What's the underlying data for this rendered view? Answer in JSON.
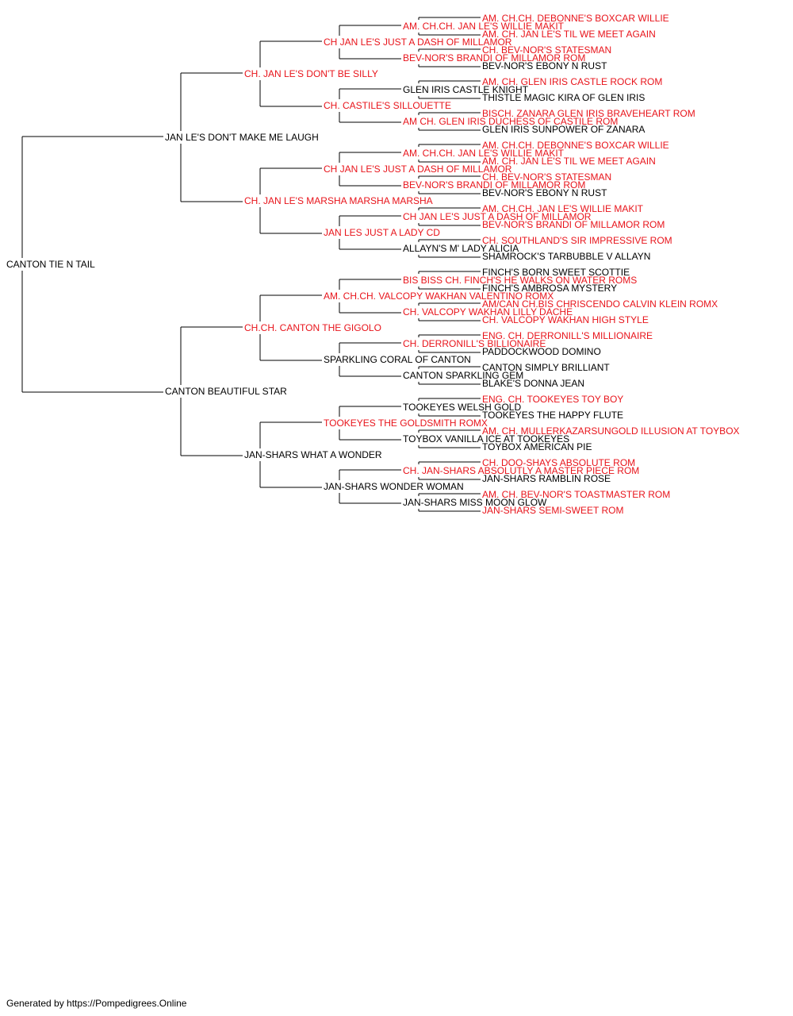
{
  "footer": "Generated by https://Pompedigrees.Online",
  "colors": {
    "champion": "#e8141b",
    "normal": "#000000",
    "line": "#000000"
  },
  "pedigree": {
    "name": "CANTON TIE N TAIL",
    "champion": false,
    "sire": {
      "name": "JAN LE'S DON'T MAKE ME LAUGH",
      "champion": false,
      "sire": {
        "name": "CH. JAN LE'S DON'T BE SILLY",
        "champion": true,
        "sire": {
          "name": "CH JAN LE'S JUST A DASH OF MILLAMOR",
          "champion": true,
          "sire": {
            "name": "AM. CH.CH. JAN LE'S WILLIE MAKIT",
            "champion": true,
            "sire": {
              "name": "AM. CH.CH. DEBONNE'S BOXCAR WILLIE",
              "champion": true
            },
            "dam": {
              "name": "AM. CH. JAN LE'S TIL WE MEET AGAIN",
              "champion": true
            }
          },
          "dam": {
            "name": "BEV-NOR'S BRANDI OF MILLAMOR ROM",
            "champion": true,
            "sire": {
              "name": "CH. BEV-NOR'S STATESMAN",
              "champion": true
            },
            "dam": {
              "name": "BEV-NOR'S EBONY N RUST",
              "champion": false
            }
          }
        },
        "dam": {
          "name": "CH. CASTILE'S SILLOUETTE",
          "champion": true,
          "sire": {
            "name": "GLEN IRIS CASTLE KNIGHT",
            "champion": false,
            "sire": {
              "name": "AM. CH. GLEN IRIS CASTLE ROCK ROM",
              "champion": true
            },
            "dam": {
              "name": "THISTLE MAGIC KIRA OF GLEN IRIS",
              "champion": false
            }
          },
          "dam": {
            "name": "AM CH. GLEN IRIS DUCHESS OF CASTILE ROM",
            "champion": true,
            "sire": {
              "name": "BISCH. ZANARA GLEN IRIS BRAVEHEART ROM",
              "champion": true
            },
            "dam": {
              "name": "GLEN IRIS SUNPOWER OF ZANARA",
              "champion": false
            }
          }
        }
      },
      "dam": {
        "name": "CH. JAN LE'S MARSHA MARSHA MARSHA",
        "champion": true,
        "sire": {
          "name": "CH JAN LE'S JUST A DASH OF MILLAMOR",
          "champion": true,
          "sire": {
            "name": "AM. CH.CH. JAN LE'S WILLIE MAKIT",
            "champion": true,
            "sire": {
              "name": "AM. CH.CH. DEBONNE'S BOXCAR WILLIE",
              "champion": true
            },
            "dam": {
              "name": "AM. CH. JAN LE'S TIL WE MEET AGAIN",
              "champion": true
            }
          },
          "dam": {
            "name": "BEV-NOR'S BRANDI OF MILLAMOR ROM",
            "champion": true,
            "sire": {
              "name": "CH. BEV-NOR'S STATESMAN",
              "champion": true
            },
            "dam": {
              "name": "BEV-NOR'S EBONY N RUST",
              "champion": false
            }
          }
        },
        "dam": {
          "name": "JAN LES JUST A LADY CD",
          "champion": true,
          "sire": {
            "name": "CH JAN LE'S JUST A DASH OF MILLAMOR",
            "champion": true,
            "sire": {
              "name": "AM. CH.CH. JAN LE'S WILLIE MAKIT",
              "champion": true
            },
            "dam": {
              "name": "BEV-NOR'S BRANDI OF MILLAMOR ROM",
              "champion": true
            }
          },
          "dam": {
            "name": "ALLAYN'S M' LADY ALICIA",
            "champion": false,
            "sire": {
              "name": "CH. SOUTHLAND'S SIR IMPRESSIVE ROM",
              "champion": true
            },
            "dam": {
              "name": "SHAMROCK'S TARBUBBLE V ALLAYN",
              "champion": false
            }
          }
        }
      }
    },
    "dam": {
      "name": "CANTON BEAUTIFUL STAR",
      "champion": false,
      "sire": {
        "name": "CH.CH. CANTON THE GIGOLO",
        "champion": true,
        "sire": {
          "name": "AM. CH.CH. VALCOPY WAKHAN VALENTINO ROMX",
          "champion": true,
          "sire": {
            "name": "BIS BISS CH. FINCH'S HE WALKS ON WATER ROMS",
            "champion": true,
            "sire": {
              "name": "FINCH'S BORN SWEET SCOTTIE",
              "champion": false
            },
            "dam": {
              "name": "FINCH'S AMBROSA MYSTERY",
              "champion": false
            }
          },
          "dam": {
            "name": "CH. VALCOPY WAKHAN LILLY DACHE",
            "champion": true,
            "sire": {
              "name": "AM/CAN CH.BIS CHRISCENDO CALVIN KLEIN ROMX",
              "champion": true
            },
            "dam": {
              "name": "CH. VALCOPY WAKHAN HIGH STYLE",
              "champion": true
            }
          }
        },
        "dam": {
          "name": "SPARKLING CORAL OF CANTON",
          "champion": false,
          "sire": {
            "name": "CH. DERRONILL'S BILLIONAIRE",
            "champion": true,
            "sire": {
              "name": "ENG. CH. DERRONILL'S MILLIONAIRE",
              "champion": true
            },
            "dam": {
              "name": "PADDOCKWOOD DOMINO",
              "champion": false
            }
          },
          "dam": {
            "name": "CANTON SPARKLING GEM",
            "champion": false,
            "sire": {
              "name": "CANTON SIMPLY BRILLIANT",
              "champion": false
            },
            "dam": {
              "name": "BLAKE'S DONNA JEAN",
              "champion": false
            }
          }
        }
      },
      "dam": {
        "name": "JAN-SHARS WHAT A WONDER",
        "champion": false,
        "sire": {
          "name": "TOOKEYES THE GOLDSMITH ROMX",
          "champion": true,
          "sire": {
            "name": "TOOKEYES WELSH GOLD",
            "champion": false,
            "sire": {
              "name": "ENG. CH. TOOKEYES TOY BOY",
              "champion": true
            },
            "dam": {
              "name": "TOOKEYES THE HAPPY FLUTE",
              "champion": false
            }
          },
          "dam": {
            "name": "TOYBOX VANILLA ICE AT TOOKEYES",
            "champion": false,
            "sire": {
              "name": "AM. CH. MULLERKAZARSUNGOLD ILLUSION AT TOYBOX",
              "champion": true
            },
            "dam": {
              "name": "TOYBOX AMERICAN PIE",
              "champion": false
            }
          }
        },
        "dam": {
          "name": "JAN-SHARS WONDER WOMAN",
          "champion": false,
          "sire": {
            "name": "CH. JAN-SHARS ABSOLUTLY A MASTER PIECE ROM",
            "champion": true,
            "sire": {
              "name": "CH. DOO-SHAYS ABSOLUTE ROM",
              "champion": true
            },
            "dam": {
              "name": "JAN-SHARS RAMBLIN ROSE",
              "champion": false
            }
          },
          "dam": {
            "name": "JAN-SHARS MISS MOON GLOW",
            "champion": false,
            "sire": {
              "name": "AM. CH. BEV-NOR'S TOASTMASTER ROM",
              "champion": true
            },
            "dam": {
              "name": "JAN-SHARS SEMI-SWEET ROM",
              "champion": true
            }
          }
        }
      }
    }
  }
}
